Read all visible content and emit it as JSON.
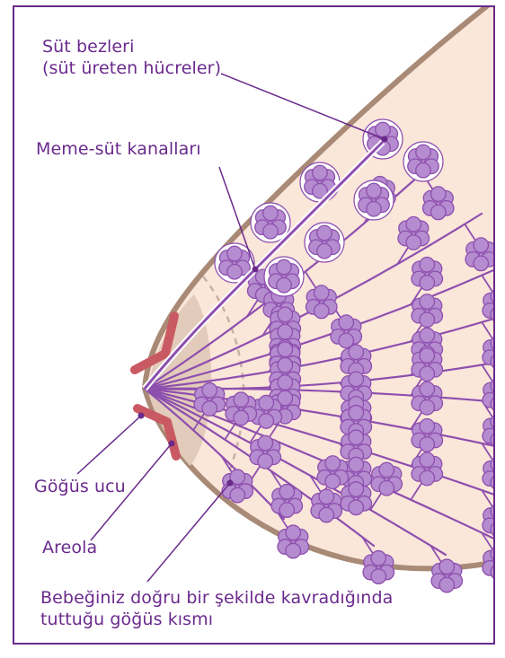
{
  "colors": {
    "frame": "#6a2a8c",
    "breast_skin": "#fbe6da",
    "breast_outline": "#a88a76",
    "areola": "#e3cbbb",
    "nipple": "#c95a63",
    "ducts": "#8d4fae",
    "glands_fill": "#b58ccf",
    "label_text": "#6a2a8c"
  },
  "labels": {
    "milk_glands_line1": "Süt bezleri",
    "milk_glands_line2": "(süt üreten hücreler)",
    "milk_ducts": "Meme-süt kanalları",
    "nipple": "Göğüs ucu",
    "areola": "Areola",
    "latch_area_line1": "Bebeğiniz doğru bir şekilde kavradığında",
    "latch_area_line2": "tuttuğu göğüs kısmı"
  }
}
